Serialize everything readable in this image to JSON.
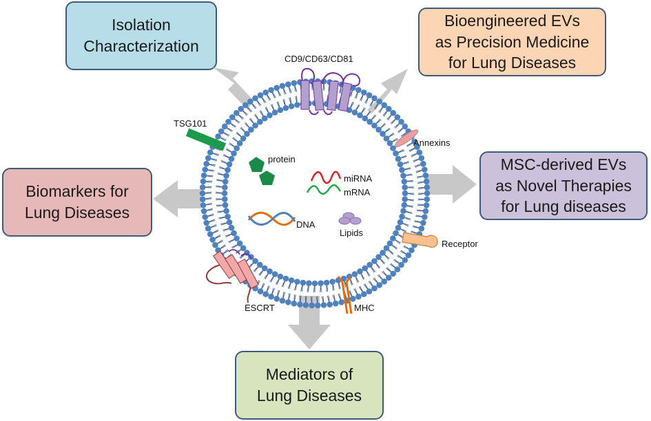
{
  "boxes": {
    "isolation": [
      "Isolation",
      "Characterization"
    ],
    "bioengineered": [
      "Bioengineered EVs",
      "as Precision Medicine",
      "for Lung Diseases"
    ],
    "msc": [
      "MSC-derived EVs",
      "as Novel Therapies",
      "for Lung diseases"
    ],
    "biomarkers": [
      "Biomarkers for",
      "Lung Diseases"
    ],
    "mediators": [
      "Mediators of",
      "Lung Diseases"
    ]
  },
  "labels": {
    "tetraspanins": "CD9/CD63/CD81",
    "tsg101": "TSG101",
    "annexins": "Annexins",
    "receptor": "Receptor",
    "mhc": "MHC",
    "escrt": "ESCRT",
    "protein": "protein",
    "mirna": "miRNA",
    "mrna": "mRNA",
    "dna": "DNA",
    "lipids": "Lipids"
  },
  "colors": {
    "arrow": "#c8c8c8",
    "lipid_head": "#4f81bd",
    "lipid_tail": "#4a6a9a",
    "tetraspanin": "#b4a0cf",
    "tetraspanin_loop": "#7030a0",
    "tsg101": "#1a9a4a",
    "escrt": "#f0a8a8",
    "escrt_loop": "#943634",
    "protein": "#1a8a4a",
    "mirna": "#e02020",
    "mrna": "#22aa44",
    "dna_a": "#e36c09",
    "dna_b": "#4f81bd",
    "lipids": "#b4a0cf",
    "annexin": "#e6a0a0",
    "receptor": "#fac090",
    "mhc": "#e36c09"
  }
}
